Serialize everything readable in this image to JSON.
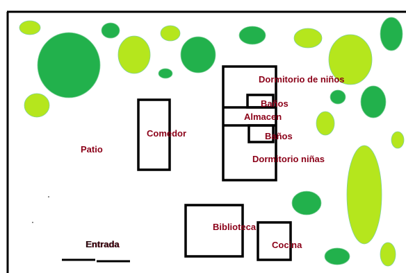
{
  "colors": {
    "dark_green": "#22b14c",
    "light_green": "#b5e61d",
    "wall": "#000000",
    "label": "#8b0018",
    "background": "#ffffff"
  },
  "labels": {
    "dormitorio_ninos": "Dormitorio de niños",
    "banos_top": "Baños",
    "almacen": "Almacen",
    "banos_bottom": "Baños",
    "dormitorio_ninas": "Dormitorio niñas",
    "comedor": "Comedor",
    "patio": "Patio",
    "biblioteca": "Biblioteca",
    "cocina": "Cocina",
    "entrada": "Entrada"
  }
}
